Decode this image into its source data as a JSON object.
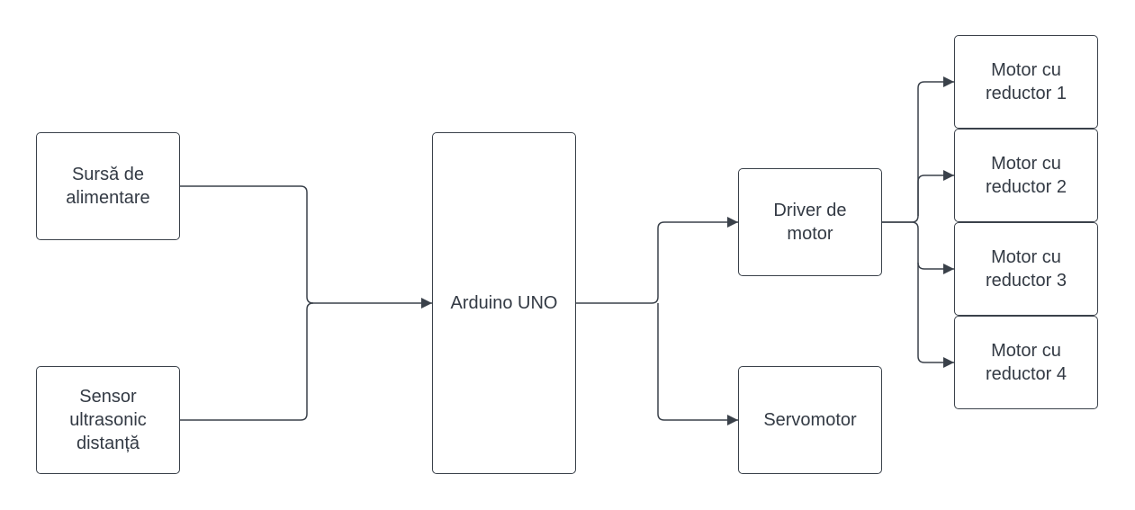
{
  "nodes": {
    "power": "Sursă de\nalimentare",
    "sensor": "Sensor\nultrasonic\ndistanță",
    "arduino": "Arduino UNO",
    "driver": "Driver de\nmotor",
    "servo": "Servomotor",
    "motor1": "Motor cu\nreductor 1",
    "motor2": "Motor cu\nreductor 2",
    "motor3": "Motor cu\nreductor 3",
    "motor4": "Motor cu\nreductor 4"
  },
  "edges": [
    {
      "from": "power",
      "to": "arduino"
    },
    {
      "from": "sensor",
      "to": "arduino"
    },
    {
      "from": "arduino",
      "to": "driver"
    },
    {
      "from": "arduino",
      "to": "servo"
    },
    {
      "from": "driver",
      "to": "motor1"
    },
    {
      "from": "driver",
      "to": "motor2"
    },
    {
      "from": "driver",
      "to": "motor3"
    },
    {
      "from": "driver",
      "to": "motor4"
    }
  ],
  "colors": {
    "stroke": "#3a414a",
    "text": "#333a44",
    "background": "#ffffff"
  }
}
